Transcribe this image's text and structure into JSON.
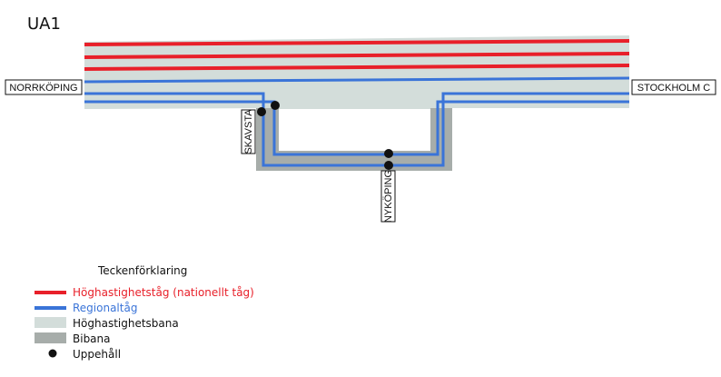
{
  "title": "UA1",
  "colors": {
    "high_speed_train": "#e8202a",
    "regional_train": "#3a74d8",
    "high_speed_track": "#d3ddda",
    "branch_track": "#a7adaa",
    "stop": "#111111"
  },
  "stations": {
    "west_terminal": "NORRKÖPING",
    "east_terminal": "STOCKHOLM C",
    "skavsta": "SKAVSTA",
    "nykoping": "NYKÖPING"
  },
  "legend": {
    "title": "Teckenförklaring",
    "items": [
      {
        "label": "Höghastighetståg (nationellt tåg)",
        "color": "#e8202a",
        "symbol": "line"
      },
      {
        "label": "Regionaltåg",
        "color": "#3a74d8",
        "symbol": "line"
      },
      {
        "label": "Höghastighetsbana",
        "color": "#d3ddda",
        "symbol": "box"
      },
      {
        "label": "Bibana",
        "color": "#a7adaa",
        "symbol": "box"
      },
      {
        "label": "Uppehåll",
        "color": "#111111",
        "symbol": "dot"
      }
    ]
  }
}
